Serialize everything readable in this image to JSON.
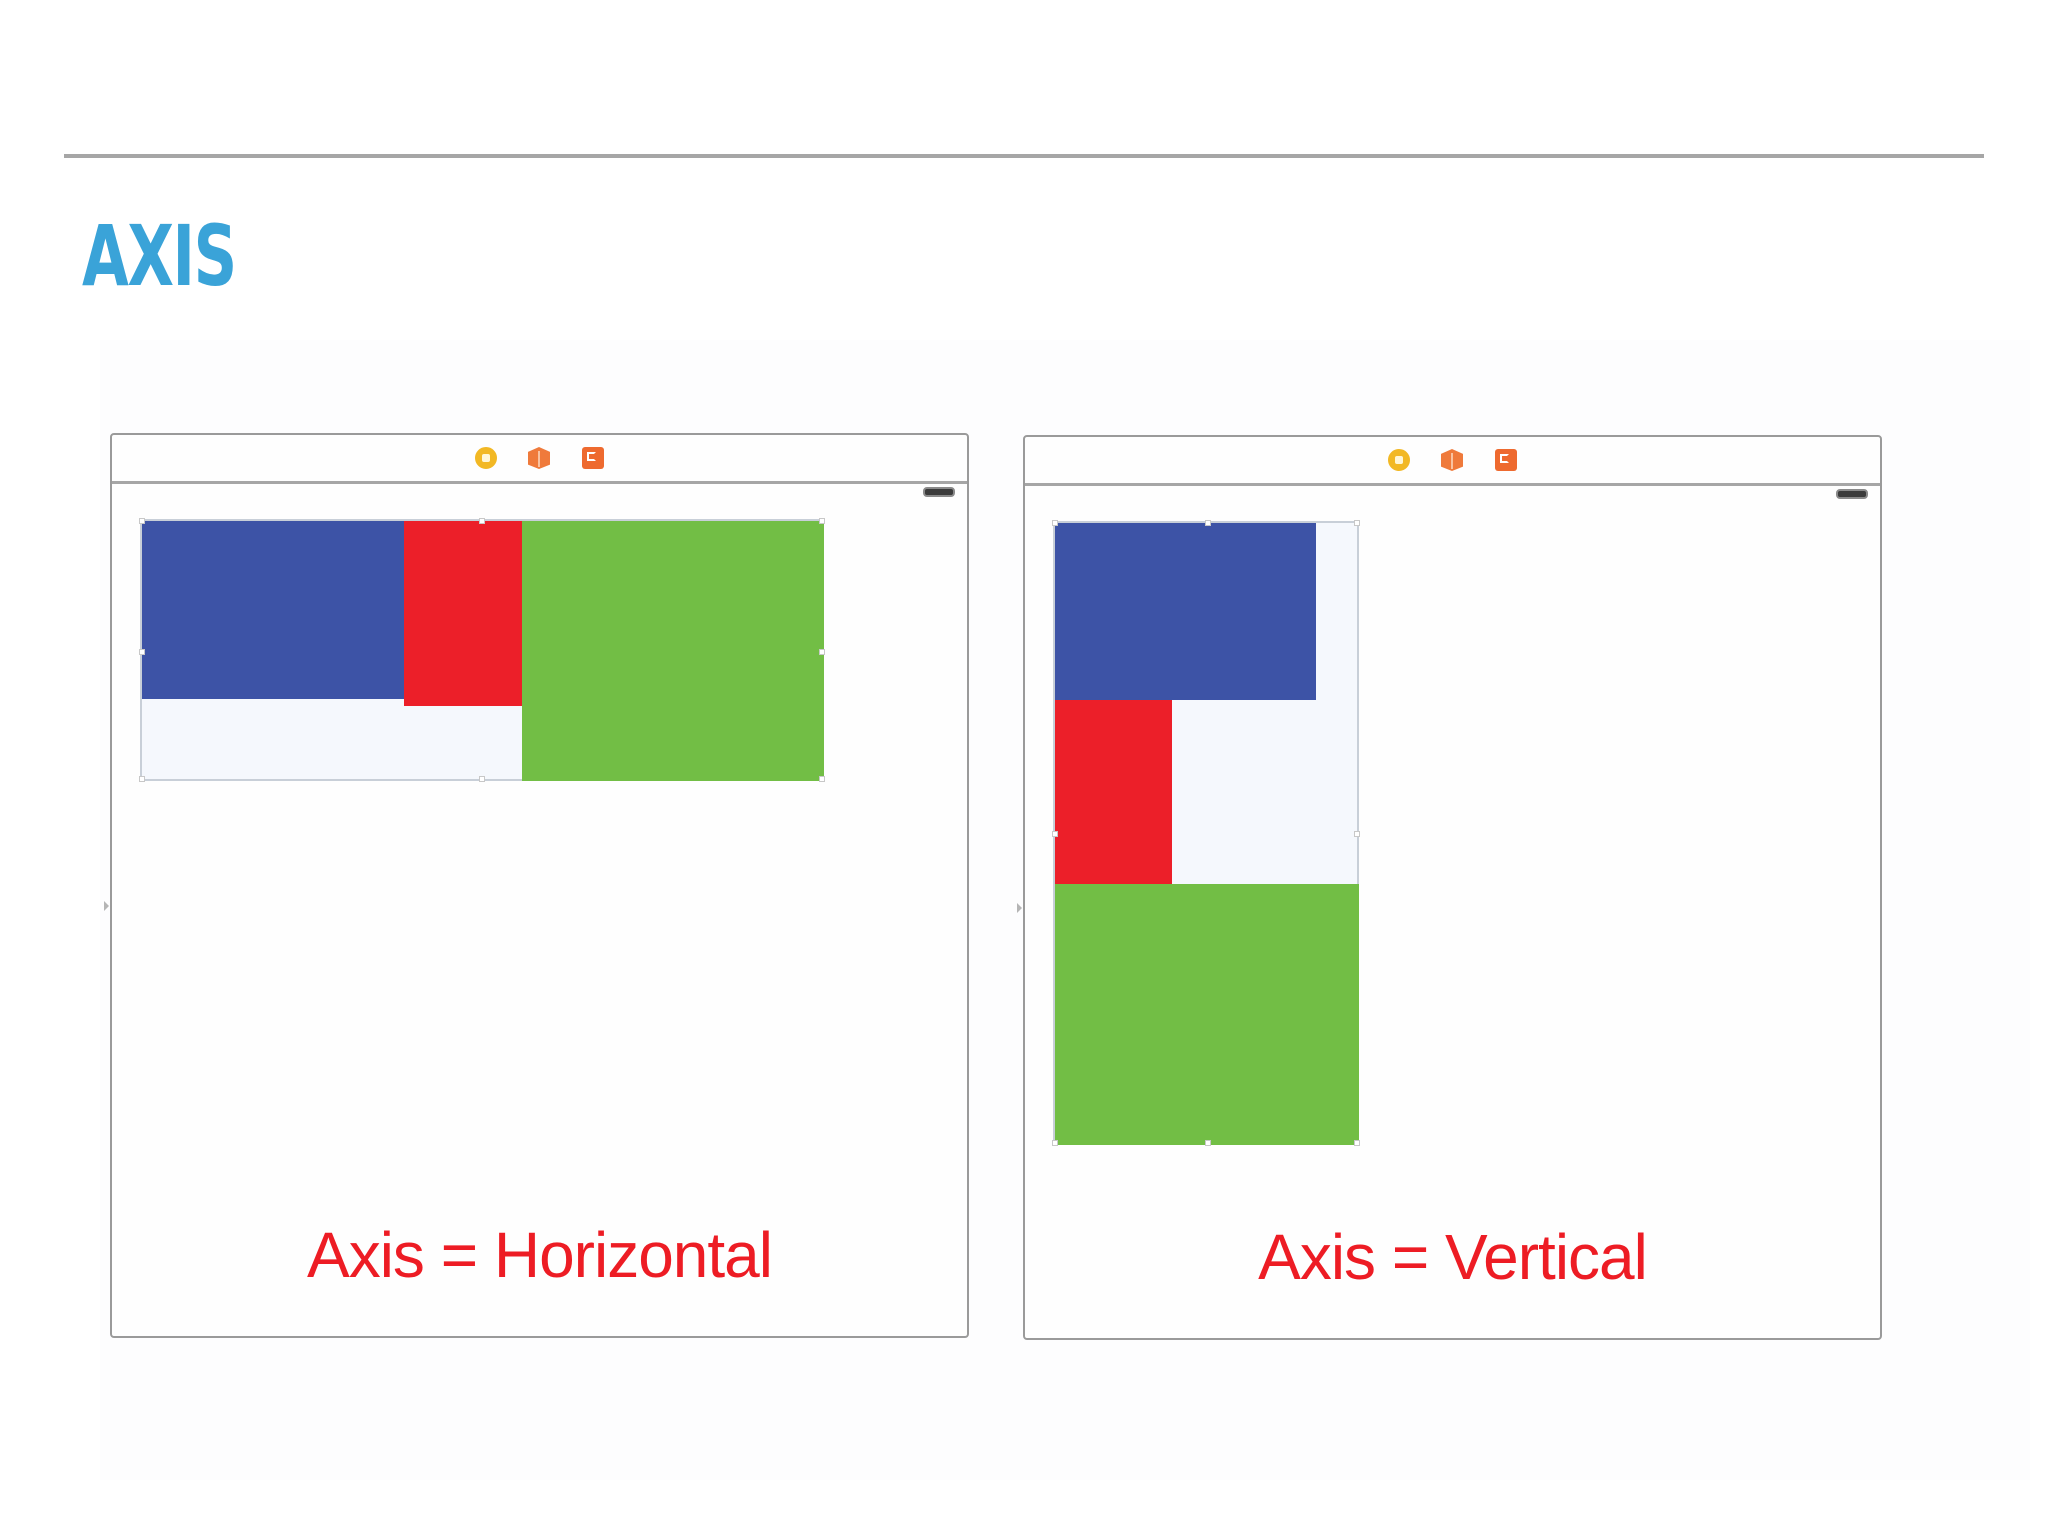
{
  "slide": {
    "title": "AXIS",
    "title_color": "#3aa3d8"
  },
  "colors": {
    "blue_view": "#3d53a6",
    "red_view": "#ec1f29",
    "green_view": "#72be45",
    "caption": "#ed1c24"
  },
  "scenes": [
    {
      "caption": "Axis = Horizontal",
      "stack_axis": "horizontal",
      "dock_icons": [
        "view-controller-icon",
        "first-responder-icon",
        "exit-icon"
      ],
      "status_icon": "battery-icon"
    },
    {
      "caption": "Axis = Vertical",
      "stack_axis": "vertical",
      "dock_icons": [
        "view-controller-icon",
        "first-responder-icon",
        "exit-icon"
      ],
      "status_icon": "battery-icon"
    }
  ]
}
